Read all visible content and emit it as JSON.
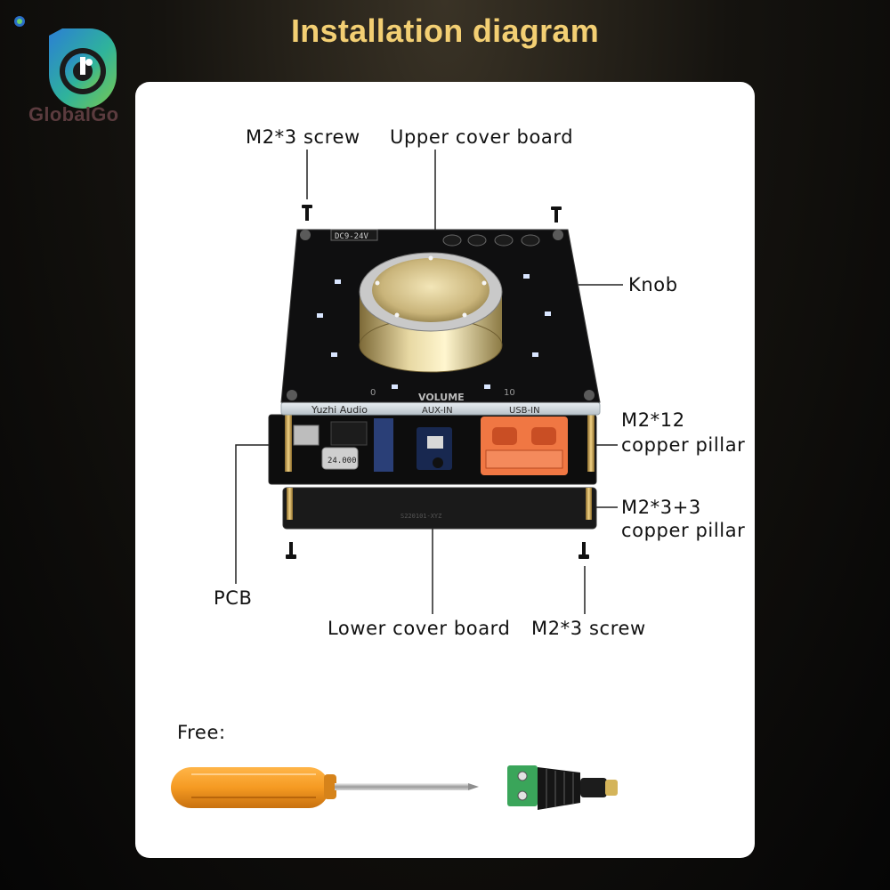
{
  "header": {
    "title": "Installation diagram"
  },
  "brand": {
    "name": "GlobalGo",
    "logo_icon": "globalgo-logo-icon"
  },
  "labels": {
    "top_screw": "M2*3 screw",
    "upper_cover": "Upper cover board",
    "knob": "Knob",
    "m2_12_line1": "M2*12",
    "m2_12_line2": "copper pillar",
    "m2_3_3_line1": "M2*3+3",
    "m2_3_3_line2": "copper pillar",
    "pcb": "PCB",
    "lower_cover": "Lower cover board",
    "bottom_screw": "M2*3 screw",
    "free": "Free:"
  },
  "board_text": {
    "voltage": "DC9-24V",
    "volume": "VOLUME",
    "brand_print": "Yuzhi Audio",
    "aux": "AUX-IN",
    "usb": "USB-IN",
    "scale_min": "0",
    "scale_max": "10",
    "crystal": "24.000"
  },
  "colors": {
    "title": "#f3cf73",
    "panel": "#ffffff",
    "pcb": "#111111",
    "screwdriver_handle": "#f29a27",
    "connector_green": "#3aa55a",
    "usb_orange": "#e86a3a"
  },
  "icons": [
    "screw-icon",
    "screwdriver-icon",
    "dc-connector-icon",
    "knob-icon"
  ]
}
